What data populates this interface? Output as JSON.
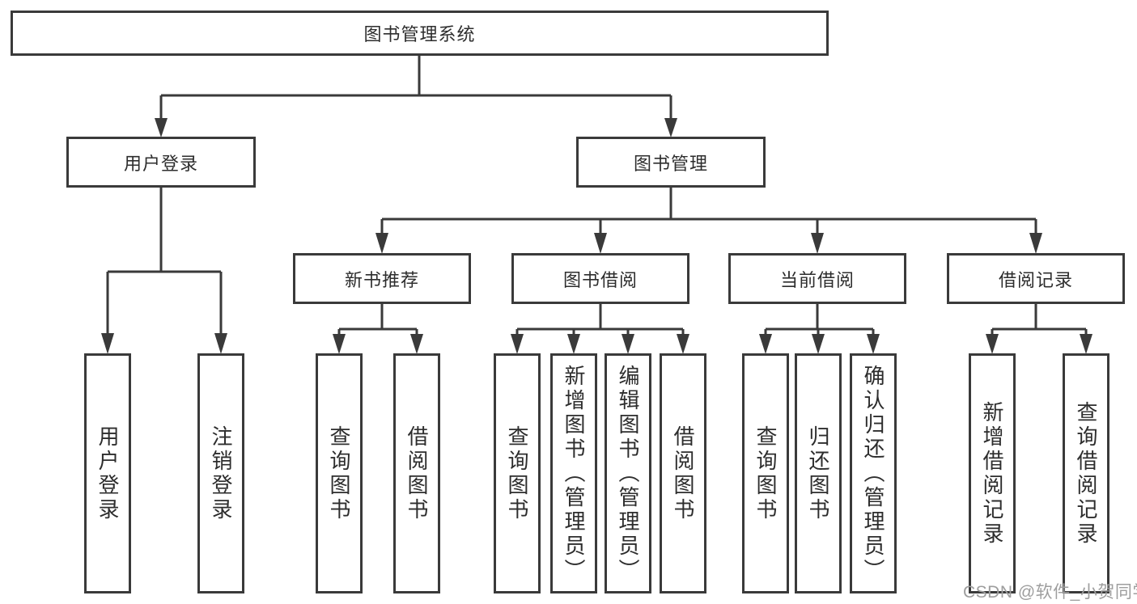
{
  "colors": {
    "line": "#3a3a3a",
    "box_fill": "#ffffff",
    "text": "#2d2d2d",
    "watermark": "#9e9e9e"
  },
  "watermark": {
    "text": "CSDN @软件_小贺同学"
  },
  "tree": {
    "root": {
      "label": "图书管理系统",
      "children": [
        {
          "label": "用户登录",
          "children": [
            {
              "label": "用户登录"
            },
            {
              "label": "注销登录"
            }
          ]
        },
        {
          "label": "图书管理",
          "children": [
            {
              "label": "新书推荐",
              "children": [
                {
                  "label": "查询图书"
                },
                {
                  "label": "借阅图书"
                }
              ]
            },
            {
              "label": "图书借阅",
              "children": [
                {
                  "label": "查询图书"
                },
                {
                  "label": "新增图书（管理员）"
                },
                {
                  "label": "编辑图书（管理员）"
                },
                {
                  "label": "借阅图书"
                }
              ]
            },
            {
              "label": "当前借阅",
              "children": [
                {
                  "label": "查询图书"
                },
                {
                  "label": "归还图书"
                },
                {
                  "label": "确认归还（管理员）"
                }
              ]
            },
            {
              "label": "借阅记录",
              "children": [
                {
                  "label": "新增借阅记录"
                },
                {
                  "label": "查询借阅记录"
                }
              ]
            }
          ]
        }
      ]
    }
  }
}
